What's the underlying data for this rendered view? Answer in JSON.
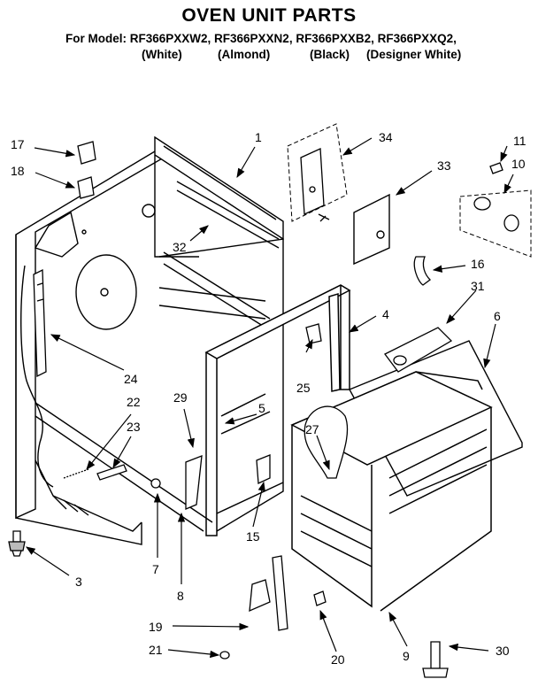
{
  "header": {
    "title": "OVEN UNIT PARTS",
    "model_line": "For Model: RF366PXXW2, RF366PXXN2, RF366PXXB2, RF366PXXQ2,",
    "finishes": [
      "(White)",
      "(Almond)",
      "(Black)",
      "(Designer White)"
    ]
  },
  "callouts": [
    "1",
    "3",
    "4",
    "5",
    "6",
    "7",
    "8",
    "9",
    "10",
    "11",
    "15",
    "16",
    "17",
    "18",
    "19",
    "20",
    "21",
    "22",
    "23",
    "24",
    "25",
    "27",
    "29",
    "30",
    "31",
    "32",
    "33",
    "34"
  ]
}
